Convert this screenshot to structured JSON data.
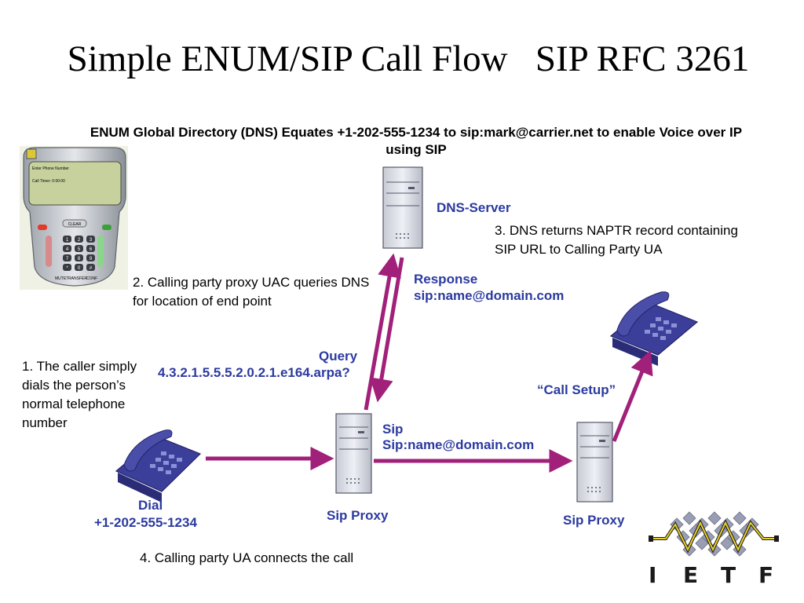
{
  "slide": {
    "title": "Simple ENUM/SIP Call Flow   SIP RFC 3261",
    "subtitle": "ENUM Global Directory (DNS) Equates +1-202-555-1234 to sip:mark@carrier.net to enable Voice over IP using SIP"
  },
  "softphone": {
    "screen_line1": "Enter Phone Number",
    "screen_line2": "Call Timer: 0:00:00",
    "clear_label": "CLEAR",
    "keys": [
      "1",
      "2",
      "3",
      "4",
      "5",
      "6",
      "7",
      "8",
      "9",
      "*",
      "0",
      "#"
    ],
    "bottom_buttons": [
      "MUTE",
      "TRANSFER",
      "CONF"
    ]
  },
  "notes": {
    "step1": "1. The caller simply dials the person’s normal telephone number",
    "step2": "2. Calling party proxy UAC queries DNS for location of end point",
    "step3": "3. DNS returns NAPTR record containing SIP URL to Calling Party UA",
    "step4": "4. Calling party UA connects the call"
  },
  "labels": {
    "dns_server": "DNS-Server",
    "response_title": "Response",
    "response_value": "sip:name@domain.com",
    "query_title": "Query",
    "query_value": "4.3.2.1.5.5.5.2.0.2.1.e164.arpa?",
    "sip_title": "Sip",
    "sip_value": "Sip:name@domain.com",
    "call_setup": "“Call Setup”",
    "dial_title": "Dial",
    "dial_value": "+1-202-555-1234",
    "sip_proxy_left": "Sip Proxy",
    "sip_proxy_right": "Sip Proxy"
  },
  "logo": {
    "letters": [
      "I",
      "E",
      "T",
      "F"
    ]
  },
  "colors": {
    "arrow": "#a0207a",
    "label_blue": "#2b3aa0",
    "phone_blue": "#3c3f9a",
    "server_gray": "#d8dae2"
  }
}
